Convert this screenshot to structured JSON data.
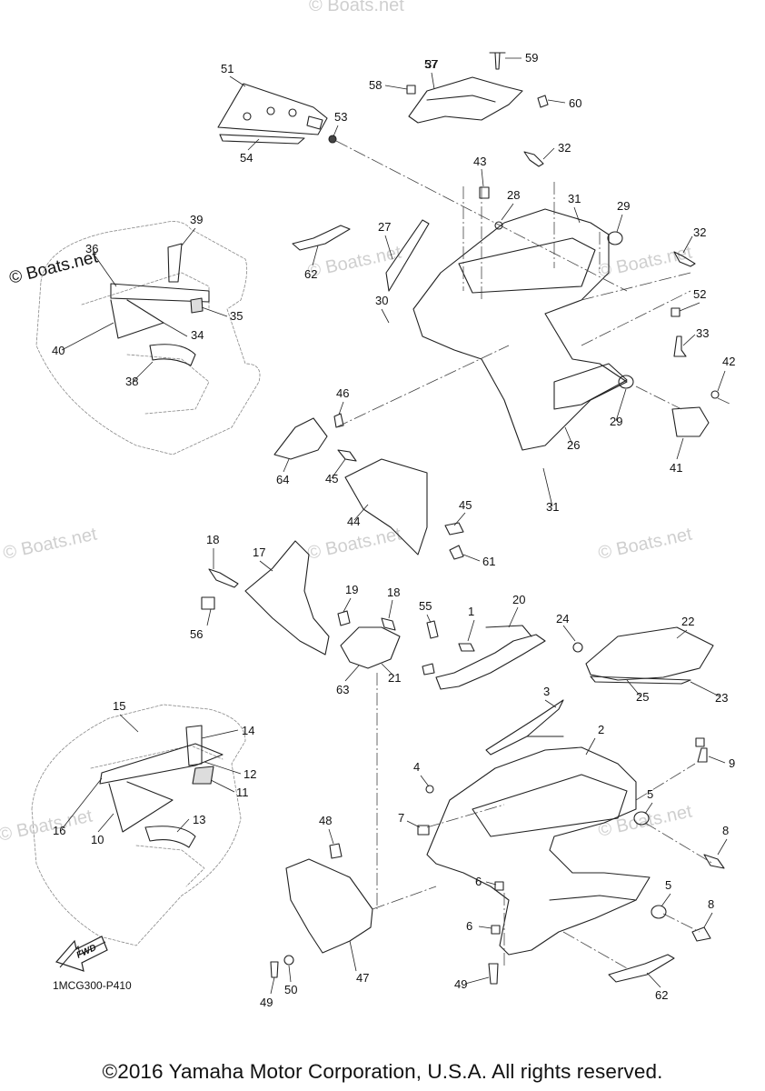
{
  "watermarks": [
    "© Boats.net",
    "© Boats.net",
    "© Boats.net",
    "© Boats.net",
    "© Boats.net",
    "© Boats.net",
    "© Boats.net",
    "© Boats.net"
  ],
  "fwd_label": "FWD",
  "diagram_code": "1MCG300-P410",
  "copyright": "©2016 Yamaha Motor Corporation, U.S.A. All rights reserved.",
  "part_numbers": [
    "1",
    "2",
    "3",
    "4",
    "5",
    "5",
    "6",
    "6",
    "7",
    "8",
    "8",
    "9",
    "10",
    "11",
    "12",
    "13",
    "14",
    "15",
    "16",
    "17",
    "18",
    "18",
    "19",
    "20",
    "21",
    "22",
    "23",
    "24",
    "25",
    "26",
    "27",
    "28",
    "29",
    "29",
    "30",
    "31",
    "31",
    "32",
    "32",
    "33",
    "34",
    "35",
    "36",
    "37",
    "38",
    "39",
    "40",
    "41",
    "42",
    "43",
    "44",
    "45",
    "45",
    "46",
    "47",
    "48",
    "49",
    "49",
    "50",
    "51",
    "52",
    "53",
    "54",
    "55",
    "56",
    "57",
    "58",
    "59",
    "60",
    "61",
    "62",
    "62",
    "63",
    "64"
  ]
}
